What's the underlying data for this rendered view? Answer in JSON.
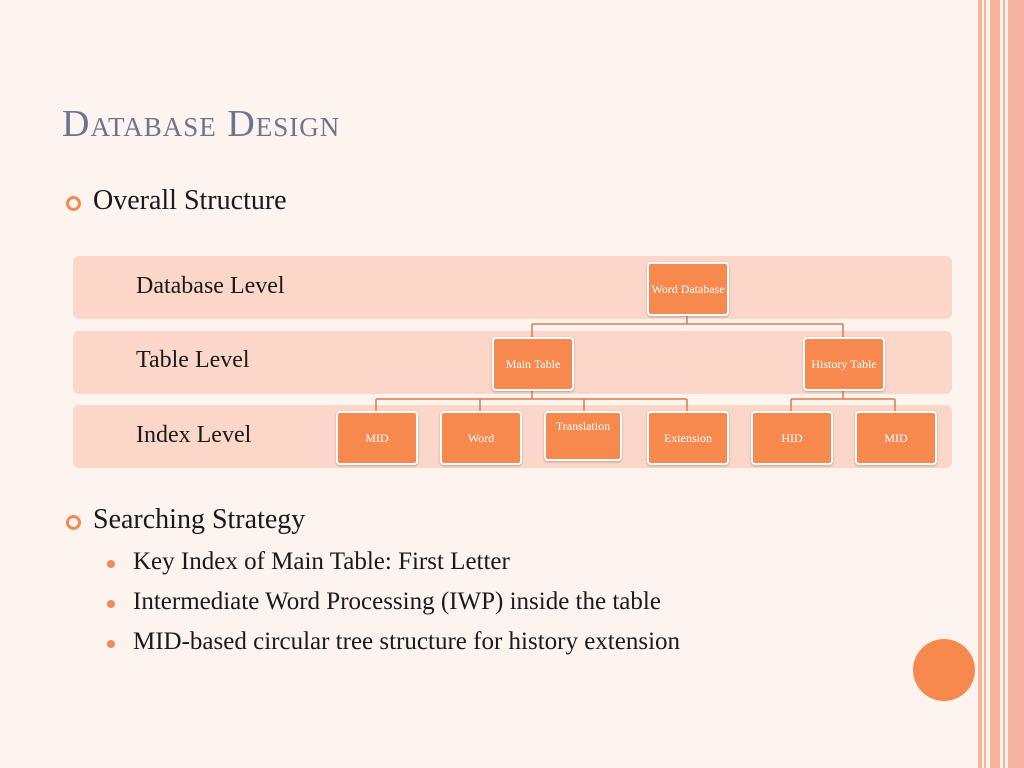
{
  "slide": {
    "title": "Database Design",
    "bullets": [
      {
        "text": "Overall Structure"
      },
      {
        "text": "Searching Strategy",
        "sub": [
          "Key Index of Main Table: First Letter",
          "Intermediate Word Processing (IWP) inside the table",
          "MID-based circular tree structure for history extension"
        ]
      }
    ]
  },
  "diagram": {
    "levels": [
      "Database Level",
      "Table Level",
      "Index Level"
    ],
    "nodes": {
      "root": "Word Database",
      "main_table": "Main Table",
      "history_table": "History Table",
      "main_mid": "MID",
      "main_word": "Word",
      "main_translation": "Translation",
      "main_extension": "Extension",
      "history_hid": "HID",
      "history_mid": "MID"
    }
  },
  "colors": {
    "accent": "#f7894f",
    "band": "#fcd7c9",
    "title": "#6b7590",
    "background": "#fdf3ef"
  }
}
